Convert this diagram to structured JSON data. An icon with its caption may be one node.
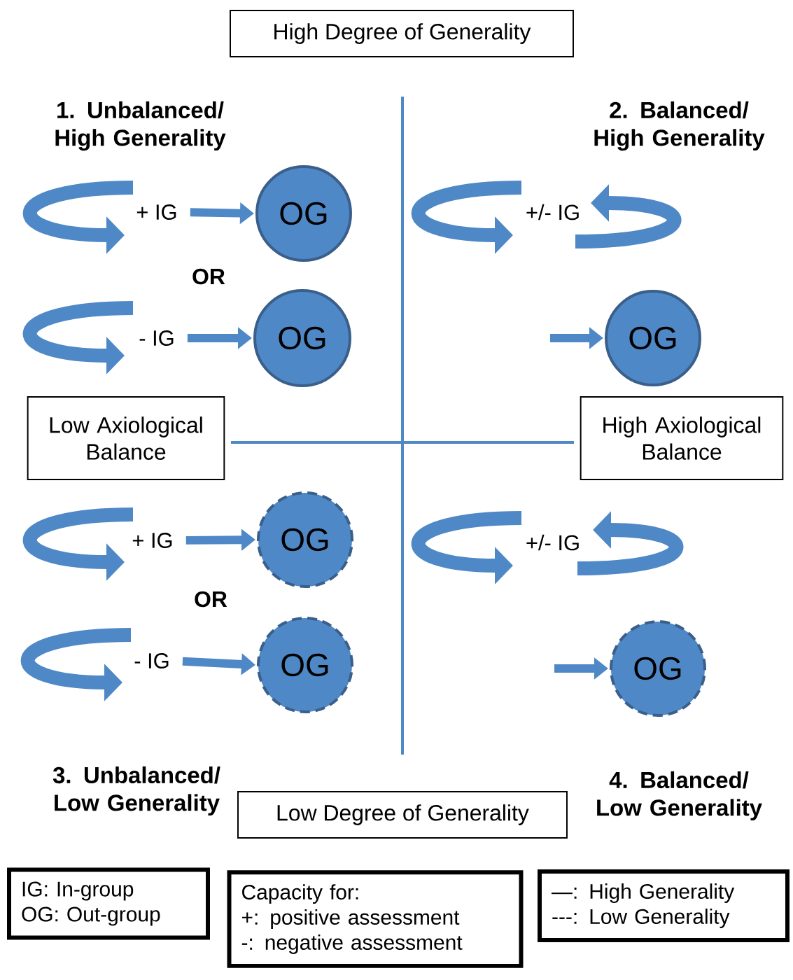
{
  "diagram": {
    "nodes": [
      {
        "text": [
          "High Degree of Generality"
        ]
      },
      {
        "text": [
          "+ IG"
        ]
      },
      {
        "text": [
          "OG"
        ]
      },
      {
        "text": [
          "+/- IG"
        ]
      },
      {
        "text": [
          "- IG"
        ]
      },
      {
        "text": [
          "OG"
        ]
      },
      {
        "text": [
          "OG"
        ]
      },
      {
        "text": [
          "Low Axiological Balance"
        ]
      },
      {
        "text": [
          "High Axiological Balance"
        ]
      },
      {
        "text": [
          "+ IG"
        ]
      },
      {
        "text": [
          "OG"
        ]
      },
      {
        "text": [
          "+/- IG"
        ]
      },
      {
        "text": [
          "- IG"
        ]
      },
      {
        "text": [
          "OG"
        ]
      },
      {
        "text": [
          "OG"
        ]
      },
      {
        "text": [
          "Low Degree of Generality"
        ]
      },
      {
        "text": [
          "IG: In-group",
          "OG: Out-group"
        ]
      },
      {
        "text": [
          "Capacity for:",
          "+: positive assessment",
          "-: negative assessment"
        ]
      },
      {
        "text": [
          "—: High Generality",
          "---: Low Generality"
        ]
      }
    ],
    "edges": [
      {
        "from": 1,
        "to": 2,
        "arrow": "to"
      },
      {
        "from": 4,
        "to": 5,
        "arrow": "to"
      },
      {
        "from": null,
        "to": 6,
        "arrow": "to"
      },
      {
        "from": 9,
        "to": 10,
        "arrow": "to"
      },
      {
        "from": 12,
        "to": 13,
        "arrow": "to"
      },
      {
        "from": null,
        "to": 14,
        "arrow": "to"
      }
    ],
    "labels": [
      "1. Unbalanced/ High Generality",
      "2. Balanced/ High Generality",
      "OR",
      "OR",
      "3. Unbalanced/ Low Generality",
      "4. Balanced/ Low Generality"
    ]
  }
}
